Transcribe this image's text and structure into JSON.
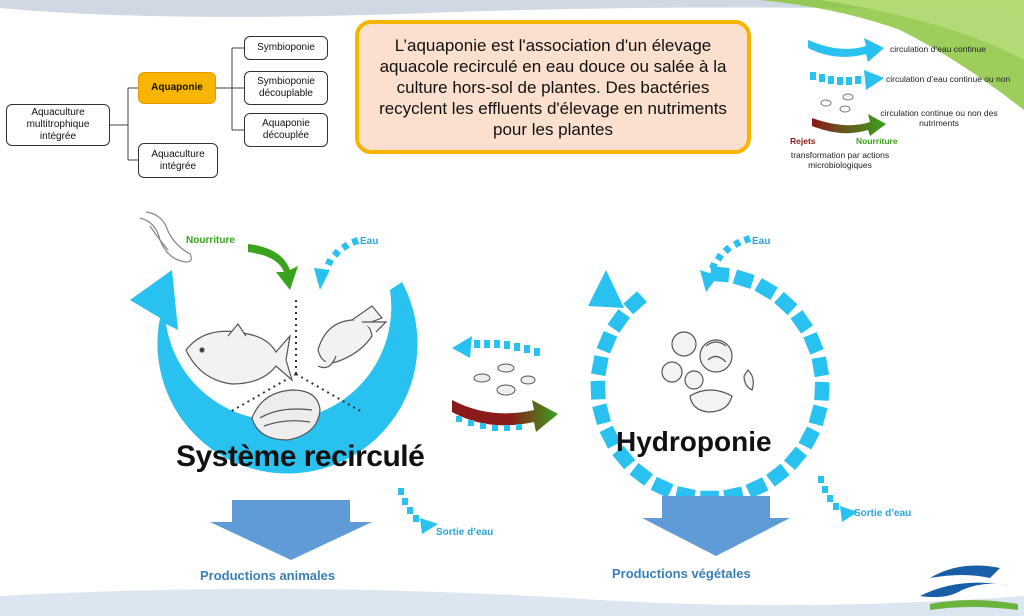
{
  "tree": {
    "root": "Aquaculture multitrophique intégrée",
    "aquaponie": "Aquaponie",
    "aquaculture_integree": "Aquaculture intégrée",
    "symbioponie": "Symbioponie",
    "symbioponie_decouplable": "Symbioponie découplable",
    "aquaponie_decouplee": "Aquaponie découplée"
  },
  "definition": "L’aquaponie est l'association d'un élevage aquacole recirculé en eau douce ou salée à la culture hors-sol de plantes. Des bactéries recyclent les effluents d'élevage en nutriments pour les plantes",
  "legend": {
    "continuous": "circulation d’eau continue",
    "continuous_or_not": "circulation d’eau continue ou non",
    "nutrients": "circulation continue ou non des nutriments",
    "rejets": "Rejets",
    "nourriture": "Nourriture",
    "transformation": "transformation par actions microbiologiques"
  },
  "left_cycle": {
    "nourriture": "Nourriture",
    "eau": "Eau",
    "title": "Système recirculé",
    "sortie": "Sortie d’eau",
    "production": "Productions animales"
  },
  "right_cycle": {
    "eau": "Eau",
    "title": "Hydroponie",
    "sortie": "Sortie d’eau",
    "production": "Productions végétales"
  },
  "colors": {
    "cyan": "#29c1ef",
    "dark_cyan": "#1a9fd0",
    "orange_border": "#f4b400",
    "peach_fill": "#fbe0cf",
    "green": "#3aa31d",
    "dark_red": "#8b1a1a",
    "prod_arrow": "#5f9bd6"
  },
  "icons": [
    "fish-icon",
    "crayfish-icon",
    "mussel-icon",
    "vegetables-icon",
    "bacteria-icon",
    "fish-hand-icon",
    "logo-icon"
  ]
}
